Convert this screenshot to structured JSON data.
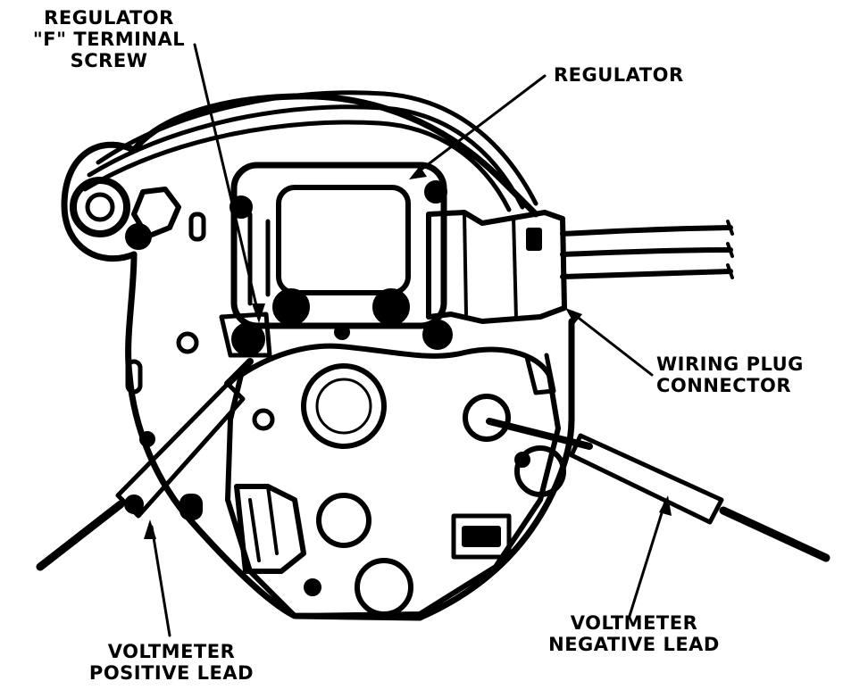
{
  "labels": {
    "regulator_f_terminal": [
      "REGULATOR",
      "\"F\" TERMINAL",
      "SCREW"
    ],
    "regulator": "REGULATOR",
    "wiring_plug": [
      "WIRING PLUG",
      "CONNECTOR"
    ],
    "voltmeter_negative": [
      "VOLTMETER",
      "NEGATIVE LEAD"
    ],
    "voltmeter_positive": [
      "VOLTMETER",
      "POSITIVE LEAD"
    ]
  },
  "colors": {
    "ink": "#000000",
    "paper": "#ffffff"
  }
}
